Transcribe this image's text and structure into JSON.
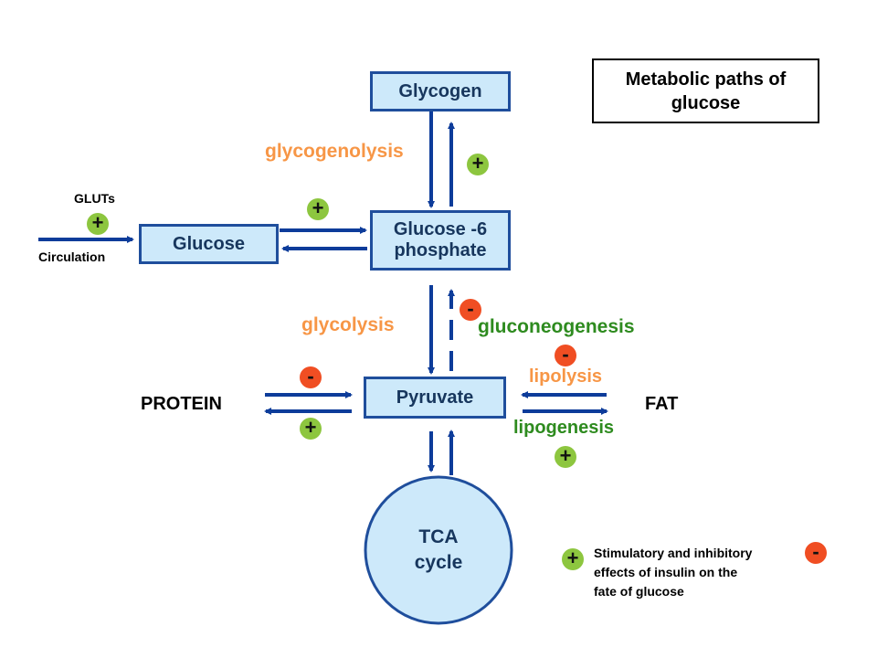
{
  "title": "Metabolic paths of glucose",
  "nodes": {
    "glycogen": "Glycogen",
    "glucose": "Glucose",
    "g6p_line1": "Glucose -6",
    "g6p_line2": "phosphate",
    "pyruvate": "Pyruvate",
    "tca_line1": "TCA",
    "tca_line2": "cycle",
    "protein": "PROTEIN",
    "fat": "FAT"
  },
  "pathways": {
    "glycogenolysis": "glycogenolysis",
    "glycolysis": "glycolysis",
    "gluconeogenesis": "gluconeogenesis",
    "lipolysis": "lipolysis",
    "lipogenesis": "lipogenesis"
  },
  "transport": {
    "gluts": "GLUTs",
    "circulation": "Circulation"
  },
  "signs": {
    "plus": "+",
    "minus": "-"
  },
  "legend": {
    "line1": "Stimulatory and inhibitory",
    "line2": "effects of insulin on the",
    "line3": "fate of glucose"
  },
  "colors": {
    "box_fill": "#cde9fa",
    "box_border": "#1f4e9c",
    "arrow": "#0d3c9a",
    "orange_text": "#f79646",
    "green_text": "#2e8b1f",
    "stimulatory": "#8dc63f",
    "inhibitory": "#f04e23"
  }
}
